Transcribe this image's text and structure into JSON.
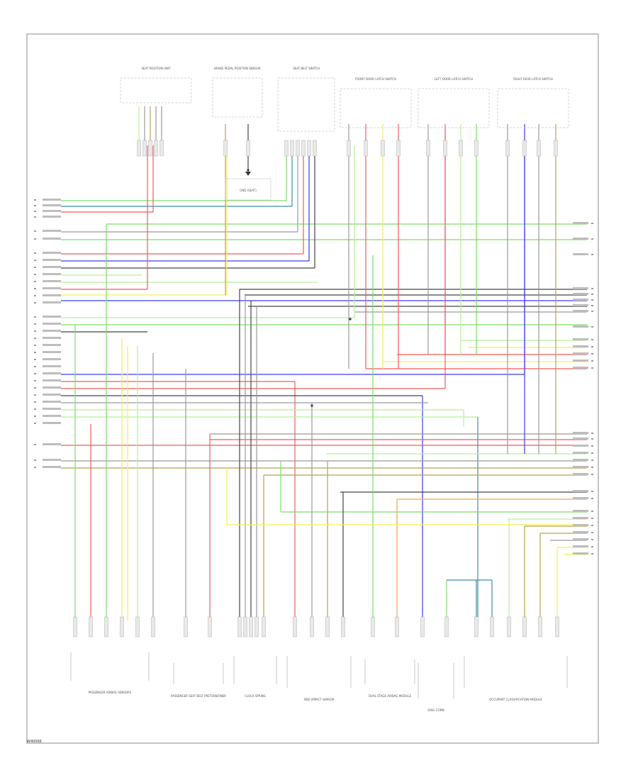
{
  "diagram": {
    "page_code": "W40066",
    "top_components": [
      {
        "id": "seat-position",
        "label": "SEAT POSITION UNIT"
      },
      {
        "id": "brake-pedal",
        "label": "BRAKE PEDAL POSITION SENSOR"
      },
      {
        "id": "seat-belt",
        "label": "SEAT BELT SWITCH"
      },
      {
        "id": "fr-door",
        "label": "FRONT DOOR LATCH SWITCH"
      },
      {
        "id": "lf-door",
        "label": "LEFT DOOR LATCH SWITCH"
      },
      {
        "id": "rr-door",
        "label": "RIGHT REAR LATCH SWITCH"
      }
    ],
    "ground_label": "GND (SEAT)",
    "bottom_components": [
      {
        "id": "passenger-airbag",
        "label": "PASSENGER AIRBAG SENSORS"
      },
      {
        "id": "passenger-seat-belt",
        "label": "PASSENGER SEAT BELT PRETENSIONER"
      },
      {
        "id": "clock-spring",
        "label": "CLOCK SPRING"
      },
      {
        "id": "side-impact",
        "label": "SIDE IMPACT SENSOR"
      },
      {
        "id": "dual-stage",
        "label": "DUAL STAGE AIRBAG MODULE"
      },
      {
        "id": "diag-conn",
        "label": "DIAG CONN"
      },
      {
        "id": "occupant-class",
        "label": "OCCUPANT CLASSIFICATION MODULE"
      }
    ],
    "colors": {
      "frame": "#888888",
      "green": "#7ddc6a",
      "lightgreen": "#b6ef9a",
      "red": "#f25a5a",
      "blue": "#3a3af0",
      "yellow": "#f4f055",
      "gray": "#9a9a9a",
      "dark": "#444444",
      "olive": "#b8a24a",
      "orange": "#f6a14a",
      "teal": "#3c8fa0"
    }
  }
}
